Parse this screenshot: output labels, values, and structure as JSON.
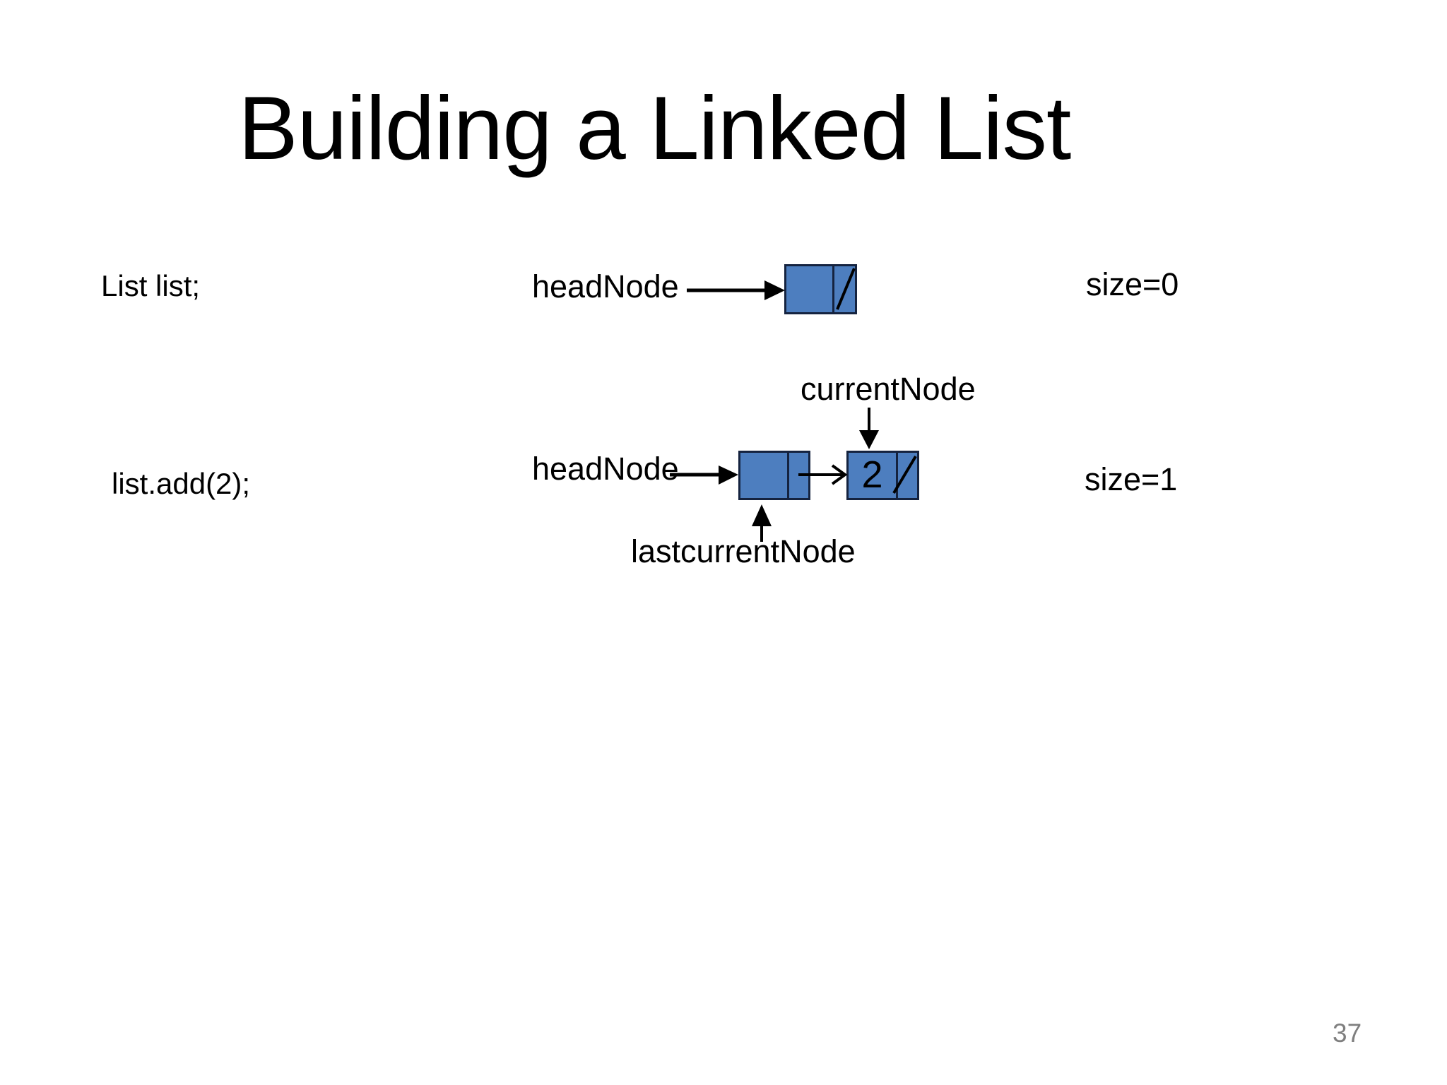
{
  "slide": {
    "title": "Building a Linked List",
    "page_number": "37"
  },
  "colors": {
    "node_fill": "#4d7ebf",
    "node_border": "#15233f",
    "text": "#000000",
    "page_number": "#7f7f7f",
    "background": "#ffffff"
  },
  "steps": [
    {
      "code": "List list;",
      "pointer_label": "headNode",
      "size_label": "size=0",
      "nodes": [
        {
          "value": "",
          "next": "null"
        }
      ]
    },
    {
      "code": "list.add(2);",
      "pointer_label": "headNode",
      "current_pointer_label": "currentNode",
      "last_pointer_label": "lastcurrentNode",
      "size_label": "size=1",
      "nodes": [
        {
          "value": "",
          "next": "node-1"
        },
        {
          "value": "2",
          "next": "null"
        }
      ]
    }
  ]
}
